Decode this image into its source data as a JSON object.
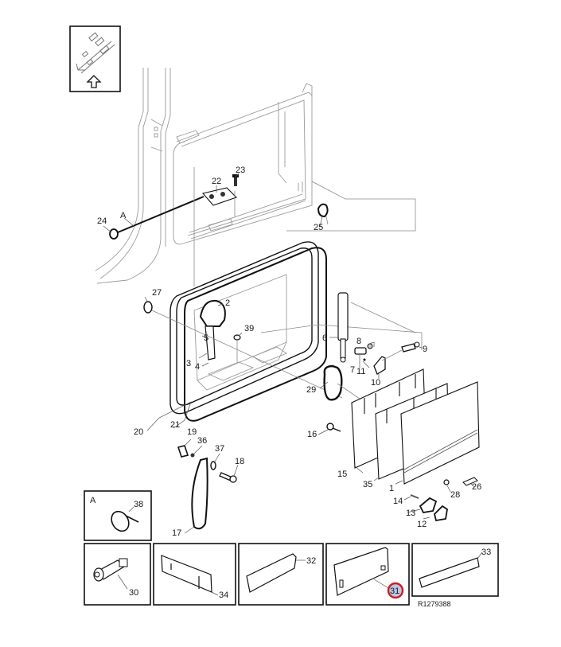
{
  "diagram": {
    "reference_code": "R1279388",
    "highlight_color": "#cc1f1f",
    "highlighted_part": "31",
    "orientation_icon": "forward-direction-arrow-icon",
    "callouts": [
      {
        "id": "1",
        "label": "1"
      },
      {
        "id": "2",
        "label": "2"
      },
      {
        "id": "3",
        "label": "3"
      },
      {
        "id": "4",
        "label": "4"
      },
      {
        "id": "5",
        "label": "5"
      },
      {
        "id": "6",
        "label": "6"
      },
      {
        "id": "7",
        "label": "7"
      },
      {
        "id": "8",
        "label": "8"
      },
      {
        "id": "9",
        "label": "9"
      },
      {
        "id": "10",
        "label": "10"
      },
      {
        "id": "11",
        "label": "11"
      },
      {
        "id": "12",
        "label": "12"
      },
      {
        "id": "13",
        "label": "13"
      },
      {
        "id": "14",
        "label": "14"
      },
      {
        "id": "15",
        "label": "15"
      },
      {
        "id": "16",
        "label": "16"
      },
      {
        "id": "17",
        "label": "17"
      },
      {
        "id": "18",
        "label": "18"
      },
      {
        "id": "19",
        "label": "19"
      },
      {
        "id": "20",
        "label": "20"
      },
      {
        "id": "21",
        "label": "21"
      },
      {
        "id": "22",
        "label": "22"
      },
      {
        "id": "23",
        "label": "23"
      },
      {
        "id": "24",
        "label": "24"
      },
      {
        "id": "25",
        "label": "25"
      },
      {
        "id": "26",
        "label": "26"
      },
      {
        "id": "27",
        "label": "27"
      },
      {
        "id": "28",
        "label": "28"
      },
      {
        "id": "29",
        "label": "29"
      },
      {
        "id": "35",
        "label": "35"
      },
      {
        "id": "36",
        "label": "36"
      },
      {
        "id": "37",
        "label": "37"
      },
      {
        "id": "39",
        "label": "39"
      }
    ],
    "detail_marker": "A",
    "detail_boxes": [
      {
        "name": "detail-a",
        "title": "A",
        "part": "38"
      },
      {
        "name": "detail-30",
        "part": "30"
      },
      {
        "name": "detail-34",
        "part": "34"
      },
      {
        "name": "detail-32",
        "part": "32"
      },
      {
        "name": "detail-31",
        "part": "31"
      },
      {
        "name": "detail-33",
        "part": "33"
      }
    ]
  }
}
